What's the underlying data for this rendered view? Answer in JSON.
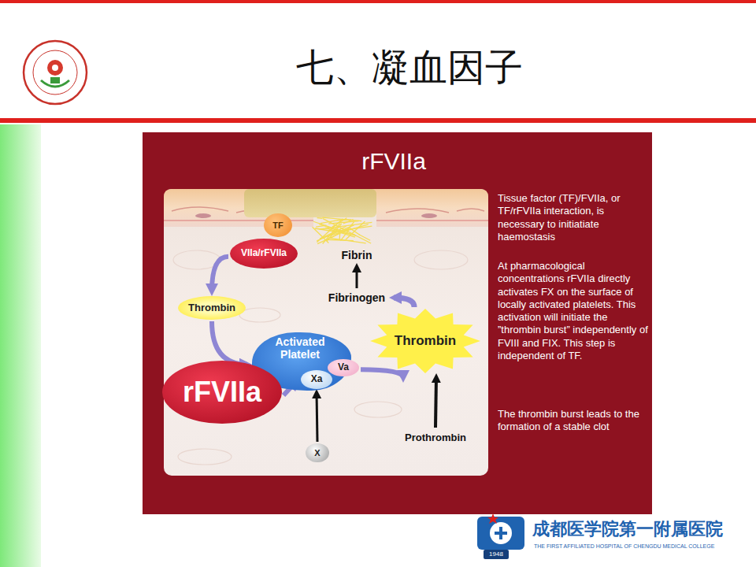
{
  "diagram": {
    "title": "七、凝血因子",
    "nodes": [
      {
        "text": [
          "TF"
        ]
      },
      {
        "text": [
          "VIIa/rFVIIa"
        ]
      },
      {
        "text": [
          "Thrombin"
        ]
      },
      {
        "text": [
          "Fibrin"
        ]
      },
      {
        "text": [
          "Fibrinogen"
        ]
      },
      {
        "text": [
          "Activated Platelet"
        ]
      },
      {
        "text": [
          "Va"
        ],
        "in": 5
      },
      {
        "text": [
          "Xa"
        ],
        "in": 5
      },
      {
        "text": [
          "rFVIIa"
        ]
      },
      {
        "text": [
          "Thrombin"
        ]
      },
      {
        "text": [
          "X"
        ]
      },
      {
        "text": [
          "Prothrombin"
        ]
      }
    ],
    "edges": [
      {
        "from": 1,
        "to": 2,
        "arrow": "to"
      },
      {
        "from": 2,
        "to": 5,
        "arrow": "to"
      },
      {
        "from": 8,
        "to": 7,
        "arrow": "to"
      },
      {
        "from": 10,
        "to": 7,
        "arrow": "to"
      },
      {
        "from": 6,
        "to": 9,
        "arrow": "to"
      },
      {
        "from": 11,
        "to": 9,
        "arrow": "to"
      },
      {
        "from": 9,
        "to": 4,
        "arrow": "to"
      },
      {
        "from": 4,
        "to": 3,
        "arrow": "to"
      }
    ],
    "labels": [
      "rFVIIa",
      "Tissue factor (TF)/FVIIa, or TF/rFVIIa interaction, is necessary to initiatiate haemostasis",
      "At pharmacological concentrations rFVIIa directly activates FX on the surface of locally activated platelets. This activation will initiate the ”thrombin burst” independently of FVIII and FIX. This step is independent of TF.",
      "The thrombin burst leads to the formation of a stable clot",
      "成都医学院第一附属医院",
      "THE FIRST AFFILIATED HOSPITAL OF CHENGDU MEDICAL COLLEGE",
      "1948"
    ]
  }
}
